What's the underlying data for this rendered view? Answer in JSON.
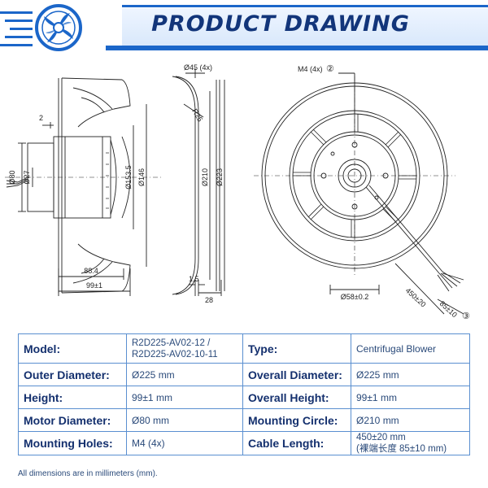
{
  "header": {
    "title": "PRODUCT DRAWING"
  },
  "drawing": {
    "side": {
      "dim_2": "2",
      "dim_80": "Ø80",
      "dim_27": "Ø27",
      "dim_153": "Ø153.5",
      "dim_146": "Ø146",
      "dim_88": "88.4",
      "dim_99": "99±1"
    },
    "section": {
      "dim_45": "Ø45 (4x)",
      "dim_r25": "R25",
      "dim_210": "Ø210",
      "dim_223": "Ø223",
      "dim_15": "1.5",
      "dim_28": "28"
    },
    "front": {
      "dim_m4": "M4 (4x)",
      "marker_2": "②",
      "dim_58": "Ø58±0.2",
      "dim_450": "450±20",
      "dim_85": "85±10",
      "marker_3": "③"
    }
  },
  "specs": {
    "rows": [
      {
        "l1": "Model:",
        "v1": "R2D225-AV02-12 /",
        "v1b": "R2D225-AV02-10-11",
        "l2": "Type:",
        "v2": "Centrifugal Blower",
        "v2b": ""
      },
      {
        "l1": "Outer Diameter:",
        "v1": "Ø225 mm",
        "v1b": "",
        "l2": "Overall Diameter:",
        "v2": "Ø225 mm",
        "v2b": ""
      },
      {
        "l1": "Height:",
        "v1": "99±1 mm",
        "v1b": "",
        "l2": "Overall Height:",
        "v2": "99±1 mm",
        "v2b": ""
      },
      {
        "l1": "Motor Diameter:",
        "v1": "Ø80 mm",
        "v1b": "",
        "l2": "Mounting Circle:",
        "v2": "Ø210 mm",
        "v2b": ""
      },
      {
        "l1": "Mounting Holes:",
        "v1": "M4 (4x)",
        "v1b": "",
        "l2": "Cable Length:",
        "v2": "450±20 mm",
        "v2b": "(裸端长度 85±10 mm)"
      }
    ]
  },
  "note": "All dimensions are in millimeters (mm)."
}
